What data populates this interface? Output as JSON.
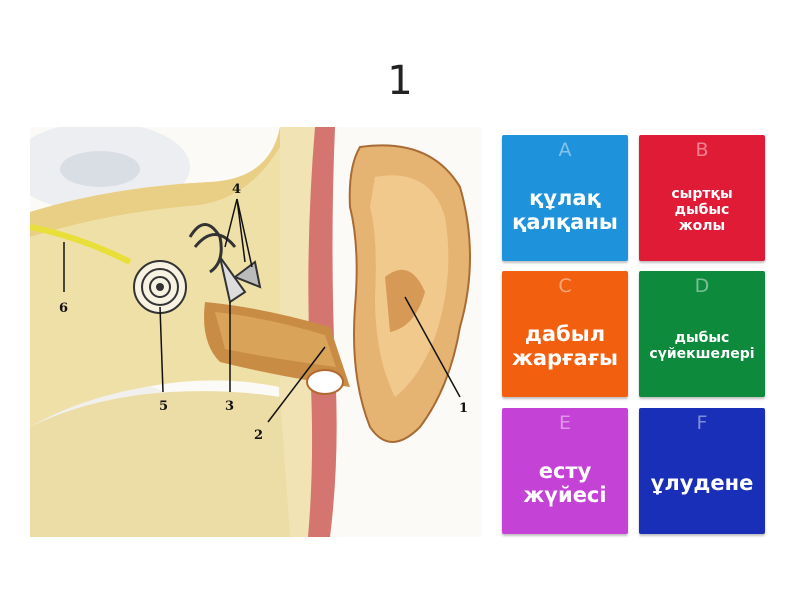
{
  "question": {
    "number": "1"
  },
  "figure": {
    "labels": [
      "1",
      "2",
      "3",
      "4",
      "5",
      "6"
    ]
  },
  "answers": [
    {
      "letter": "A",
      "text": "құлақ\nқалқаны",
      "color": "#1e93db"
    },
    {
      "letter": "B",
      "text": "сыртқы\nдыбыс\nжолы",
      "color": "#e01b36"
    },
    {
      "letter": "C",
      "text": "дабыл\nжарғағы",
      "color": "#f25f0f"
    },
    {
      "letter": "D",
      "text": "дыбыс\nсүйекшелері",
      "color": "#0d8a3c"
    },
    {
      "letter": "E",
      "text": "есту\nжүйесі",
      "color": "#c443d6"
    },
    {
      "letter": "F",
      "text": "ұлудене",
      "color": "#1a2fb8"
    }
  ]
}
